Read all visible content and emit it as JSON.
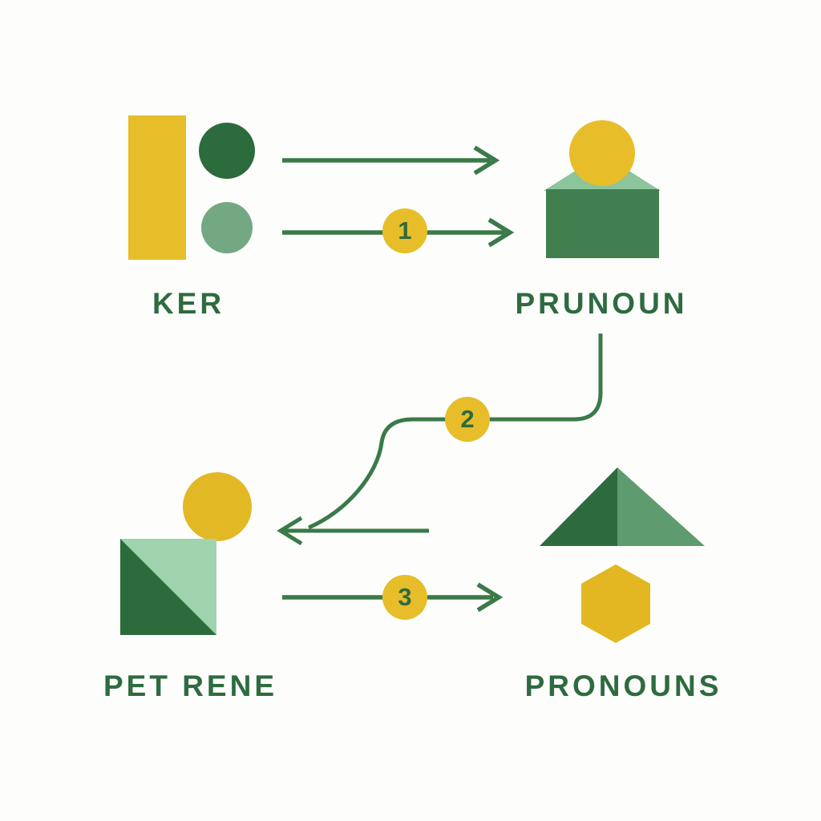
{
  "diagram": {
    "nodes": [
      {
        "id": "ker",
        "label": "KER"
      },
      {
        "id": "prunoun",
        "label": "PRUNOUN"
      },
      {
        "id": "pet-rene",
        "label": "PET RENE"
      },
      {
        "id": "pronouns",
        "label": "PRONOUNS"
      }
    ],
    "steps": [
      {
        "number": "1"
      },
      {
        "number": "2"
      },
      {
        "number": "3"
      }
    ],
    "colors": {
      "background": "#fdfdfb",
      "yellow": "#e7bd2a",
      "dark_green": "#2c6b3c",
      "medium_green": "#41804e",
      "sage_green": "#73a883",
      "pale_green": "#9fd4ae",
      "roof_green": "#8cc49c",
      "triangle_right_green": "#5e9b6e",
      "line_green": "#3a7a49",
      "text_green": "#2e6b40"
    }
  }
}
